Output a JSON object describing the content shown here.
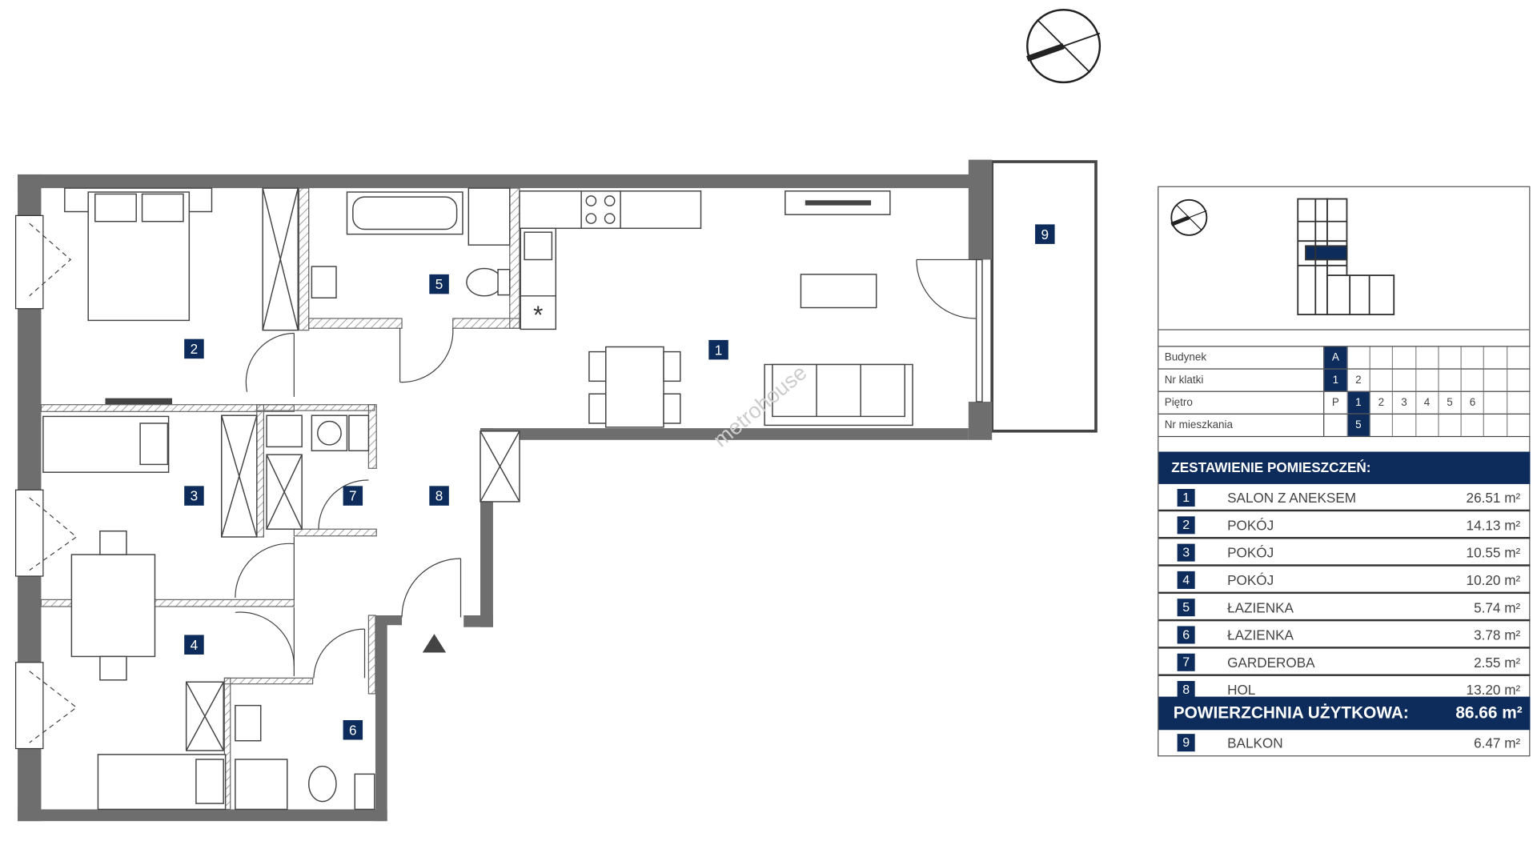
{
  "plan": {
    "rooms": [
      {
        "num": "1",
        "name": "SALON Z ANEKSEM",
        "area": "26.51 m²"
      },
      {
        "num": "2",
        "name": "POKÓJ",
        "area": "14.13 m²"
      },
      {
        "num": "3",
        "name": "POKÓJ",
        "area": "10.55 m²"
      },
      {
        "num": "4",
        "name": "POKÓJ",
        "area": "10.20 m²"
      },
      {
        "num": "5",
        "name": "ŁAZIENKA",
        "area": "5.74 m²"
      },
      {
        "num": "6",
        "name": "ŁAZIENKA",
        "area": "3.78 m²"
      },
      {
        "num": "7",
        "name": "GARDEROBA",
        "area": "2.55 m²"
      },
      {
        "num": "8",
        "name": "HOL",
        "area": "13.20 m²"
      }
    ],
    "balcony": {
      "num": "9",
      "name": "BALKON",
      "area": "6.47 m²"
    },
    "watermark": "metrohouse"
  },
  "location": {
    "rows": [
      {
        "label": "Budynek",
        "cells": [
          "A",
          "",
          "",
          "",
          "",
          "",
          "",
          "",
          ""
        ],
        "selected": 0
      },
      {
        "label": "Nr klatki",
        "cells": [
          "1",
          "2",
          "",
          "",
          "",
          "",
          "",
          "",
          ""
        ],
        "selected": 0
      },
      {
        "label": "Piętro",
        "cells": [
          "P",
          "1",
          "2",
          "3",
          "4",
          "5",
          "6",
          "",
          ""
        ],
        "selected": 1
      },
      {
        "label": "Nr mieszkania",
        "cells": [
          "",
          "5",
          "",
          "",
          "",
          "",
          "",
          "",
          ""
        ],
        "selected": 1
      }
    ]
  },
  "summary": {
    "header": "ZESTAWIENIE POMIESZCZEŃ:",
    "total_label": "POWIERZCHNIA UŻYTKOWA:",
    "total_value": "86.66 m²"
  },
  "colors": {
    "accent": "#0d2c5c",
    "wall": "#6e6e6e"
  }
}
